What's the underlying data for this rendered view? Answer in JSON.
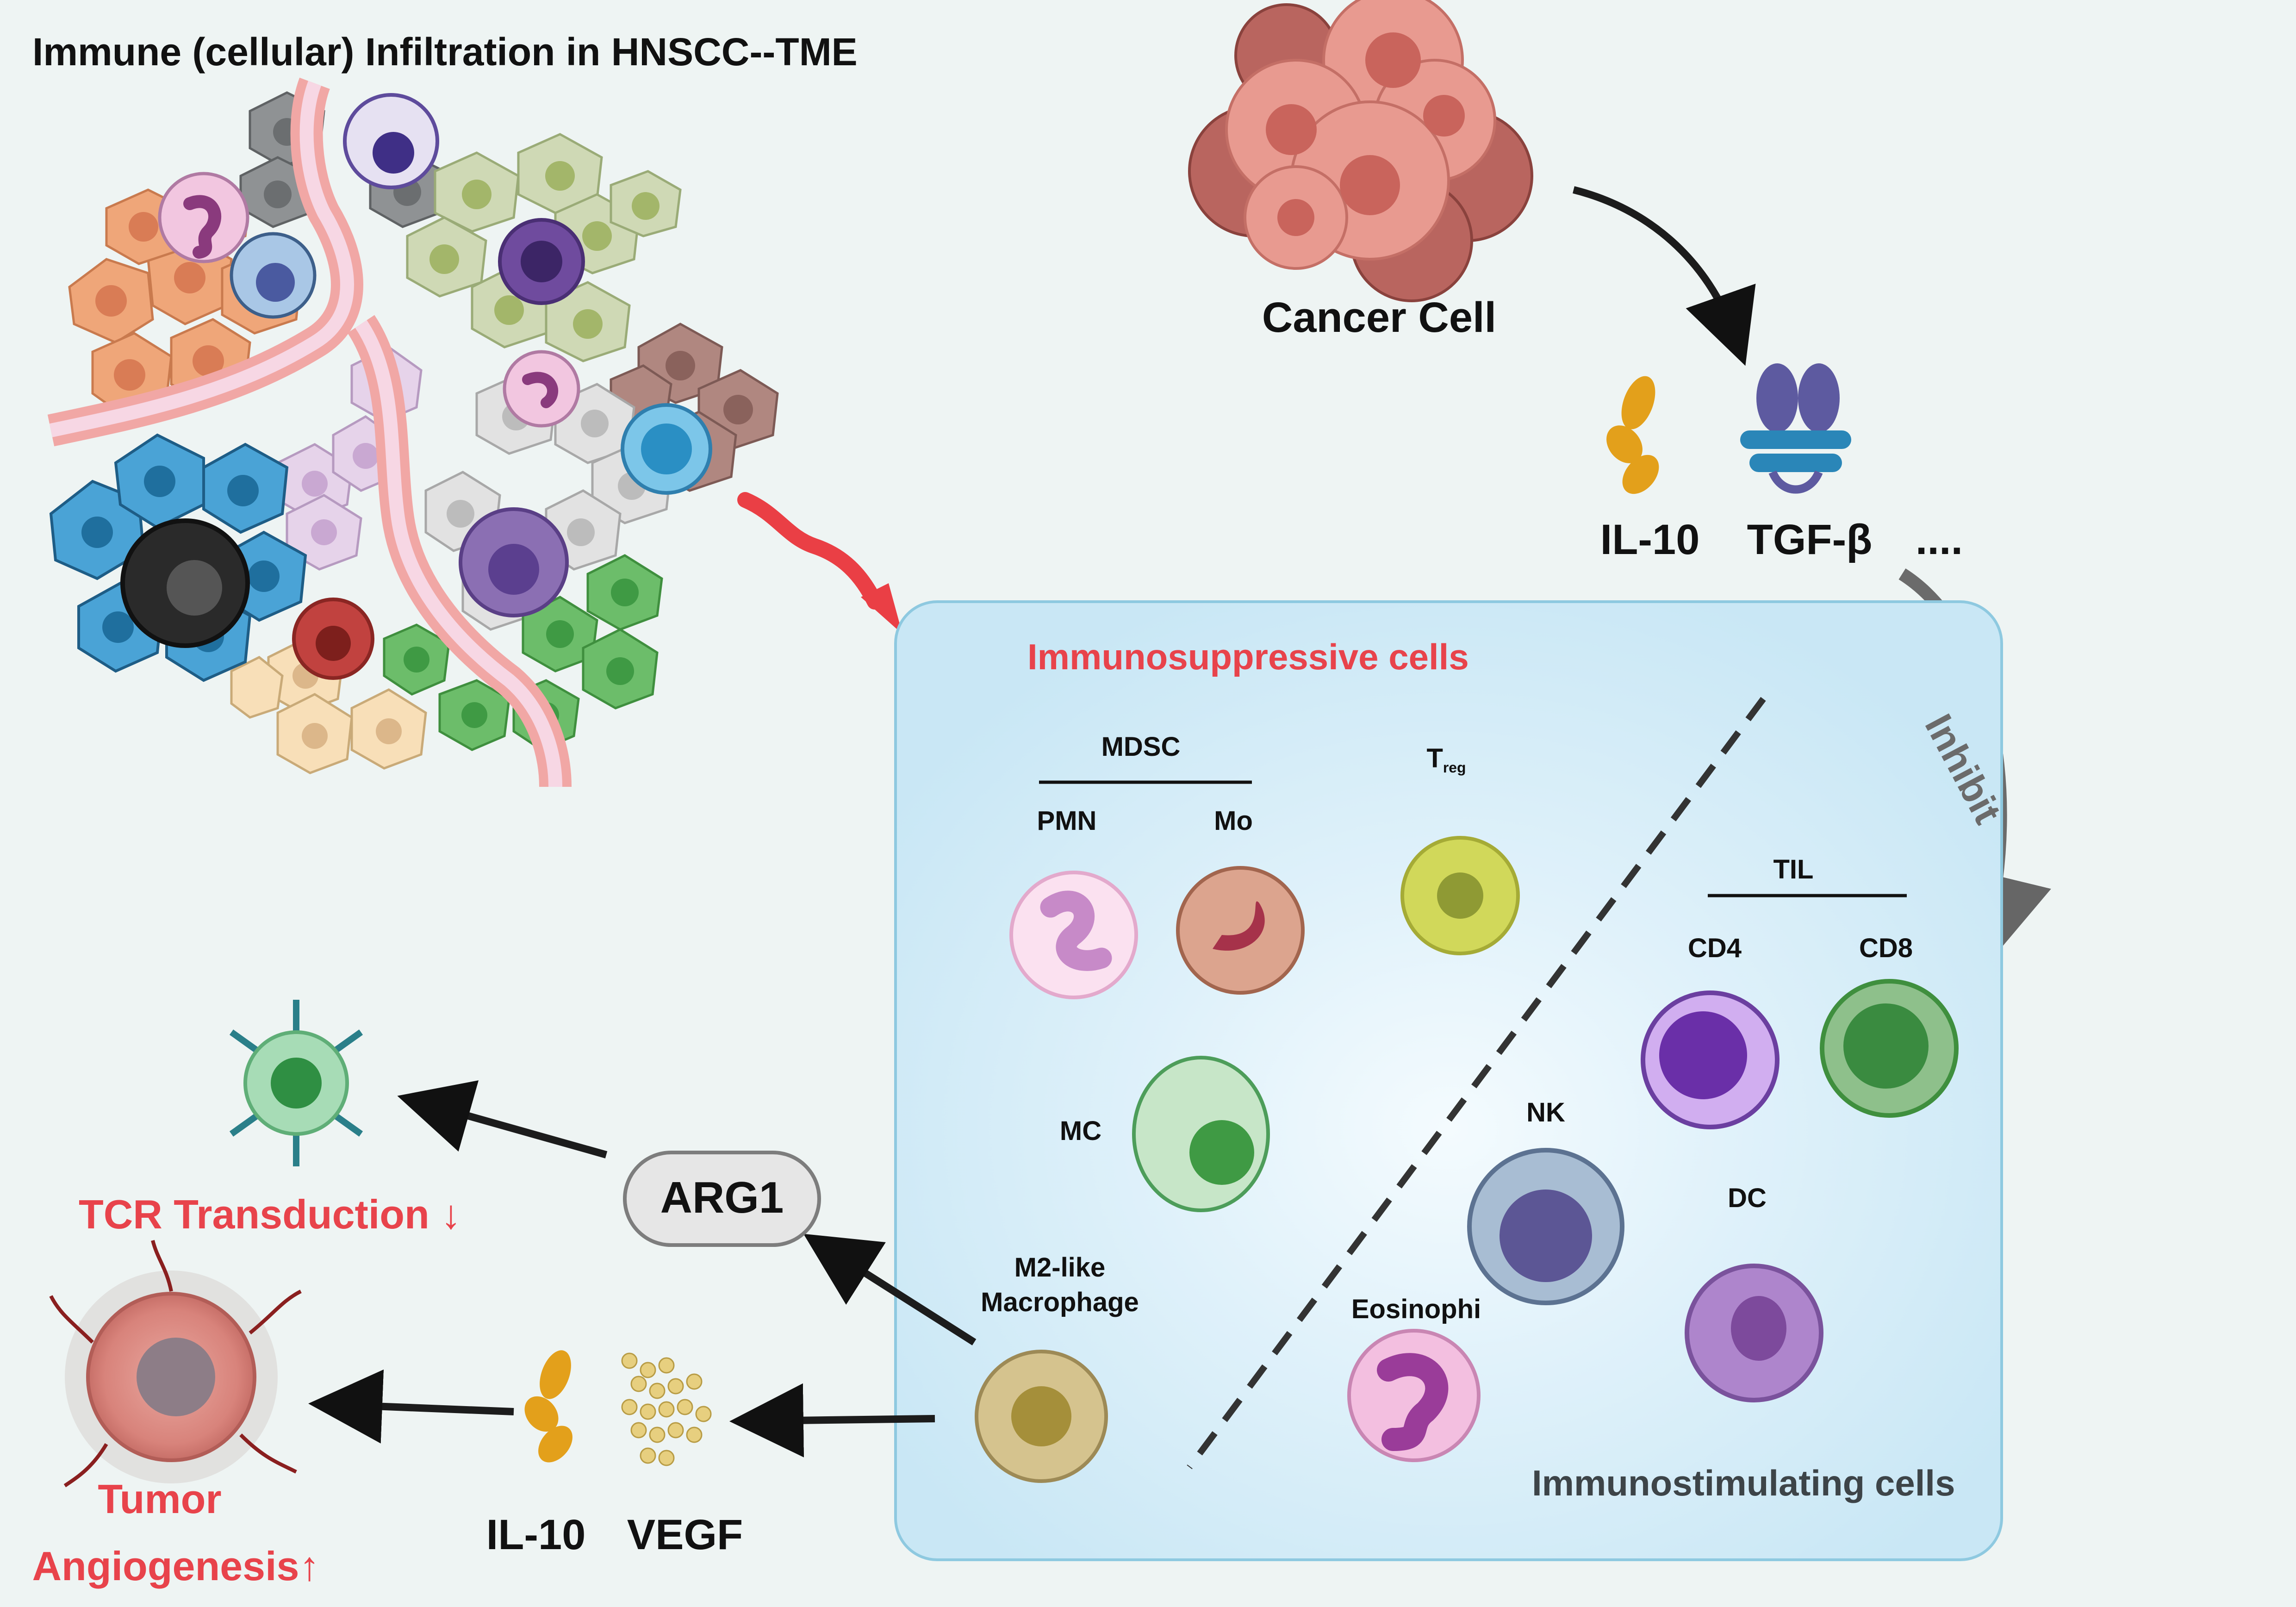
{
  "title": "Immune (cellular) Infiltration in HNSCC--TME",
  "top": {
    "cancer_cell": "Cancer Cell",
    "il10": "IL-10",
    "tgfb": "TGF-β",
    "more": "....",
    "inhibit": "Inhibit"
  },
  "panel": {
    "immunosuppressive_title": "Immunosuppressive cells",
    "immunostimulating_title": "Immunostimulating cells",
    "mdsc": "MDSC",
    "pmn": "PMN",
    "mo": "Mo",
    "treg_main": "T",
    "treg_sub": "reg",
    "mc": "MC",
    "m2_line1": "M2-like",
    "m2_line2": "Macrophage",
    "til": "TIL",
    "cd4": "CD4",
    "cd8": "CD8",
    "nk": "NK",
    "dc": "DC",
    "eosinophil": "Eosinophi"
  },
  "bottom": {
    "arg1": "ARG1",
    "tcr": "TCR Transduction ↓",
    "il10": "IL-10",
    "vegf": "VEGF",
    "tumor_line1": "Tumor",
    "tumor_line2": "Angiogenesis↑"
  },
  "colors": {
    "accent_red": "#e8434b",
    "panel_fill": "#cfe9f6",
    "panel_border": "#8ec9e0",
    "background": "#eef4f3"
  }
}
